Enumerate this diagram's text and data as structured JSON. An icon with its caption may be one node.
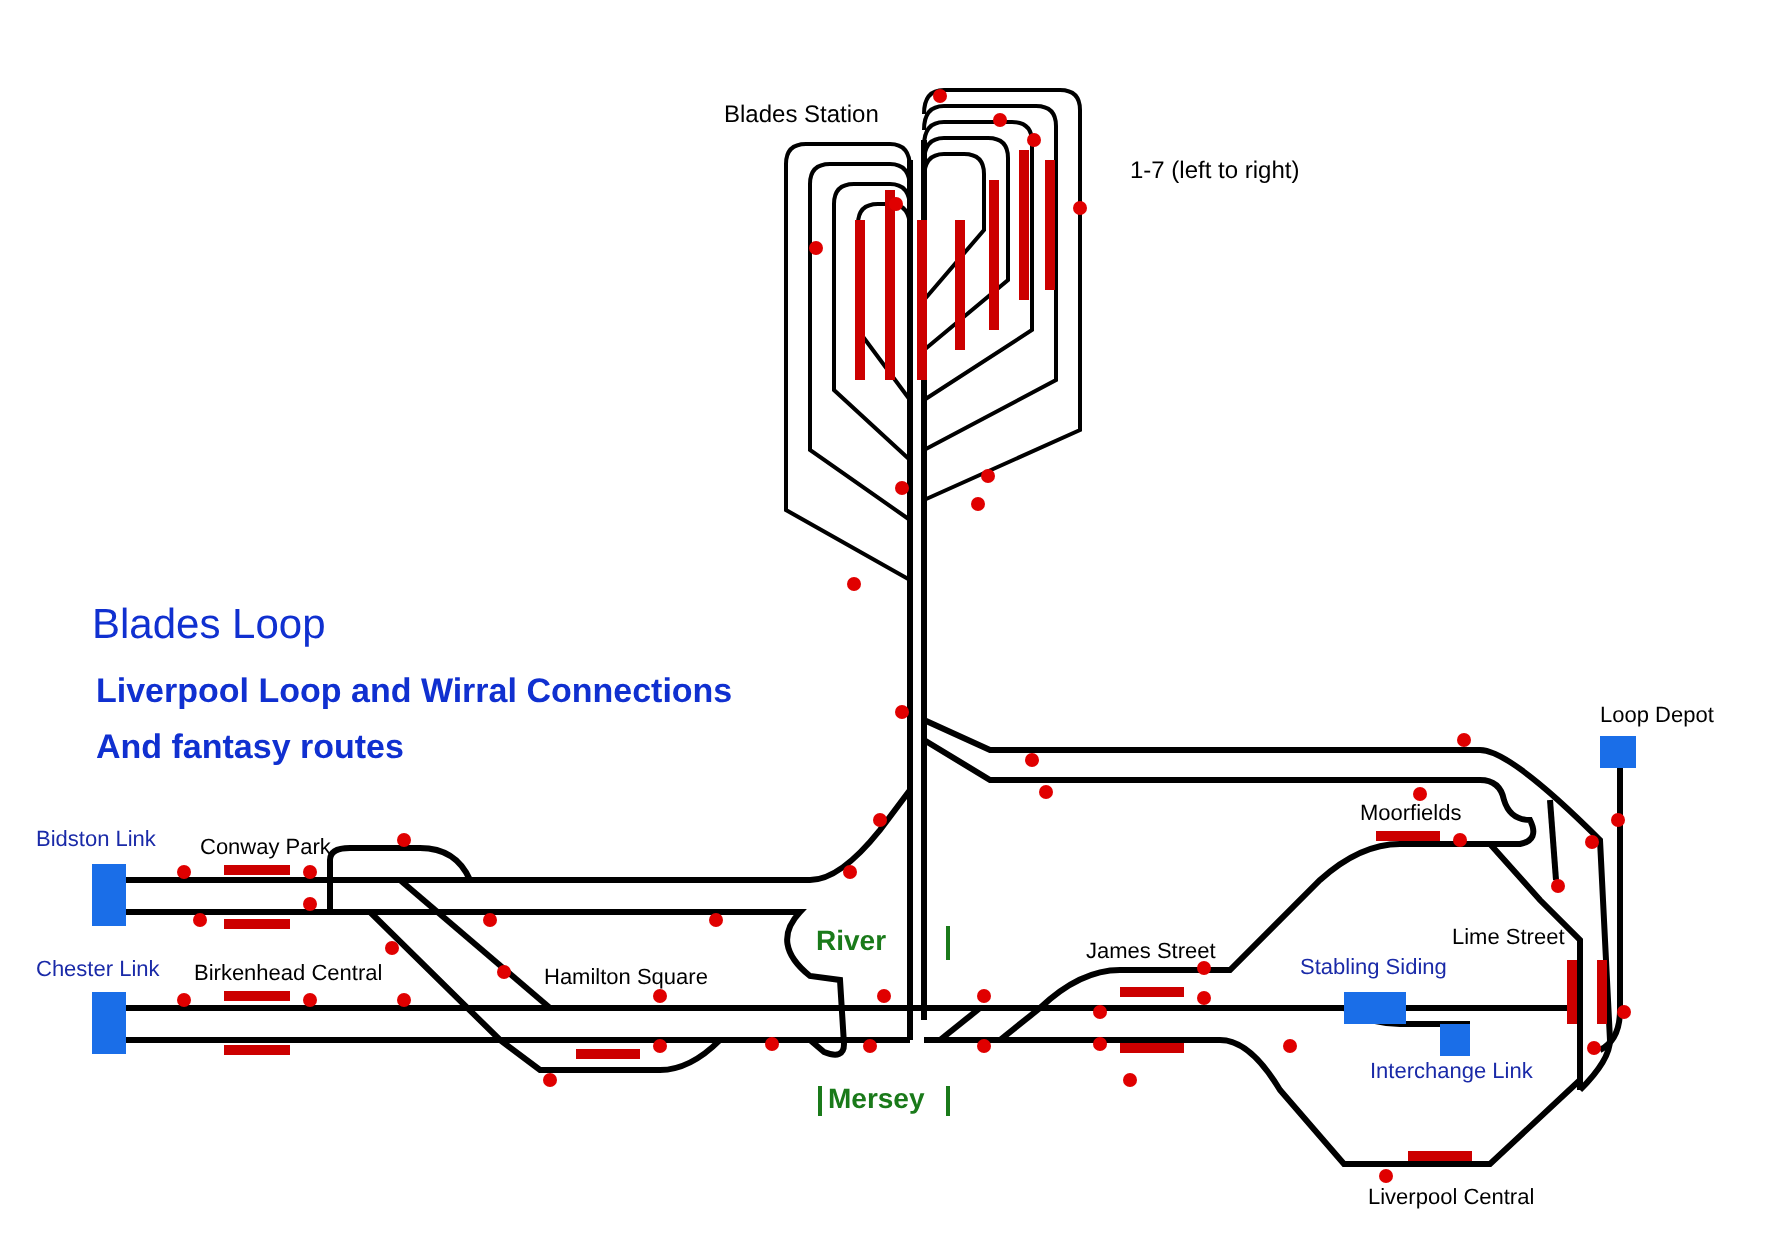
{
  "diagram": {
    "title": "Blades Loop",
    "nodes": [
      {
        "text": [
          "Loop Depot"
        ]
      },
      {
        "text": [
          "Bidston Link"
        ]
      },
      {
        "text": [
          "Chester Link"
        ]
      },
      {
        "text": [
          "Stabling Siding"
        ]
      },
      {
        "text": [
          "Interchange Link"
        ]
      }
    ],
    "labels": [
      "Blades Station",
      "1-7 (left to right)",
      "Liverpool Loop and Wirral Connections",
      "And fantasy routes",
      "Conway Park",
      "River",
      "Birkenhead Central",
      "Hamilton Square",
      "James Street",
      "Moorfields",
      "Lime Street",
      "Mersey",
      "Liverpool Central"
    ]
  }
}
